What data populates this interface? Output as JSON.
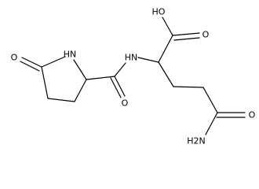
{
  "molecule": {
    "atoms": {
      "ring_oxygen": "O",
      "ring_nitrogen": "HN",
      "amide_nitrogen": "HN",
      "amide_oxygen": "O",
      "acid_hydroxyl": "HO",
      "acid_oxygen": "O",
      "terminal_amide_oxygen": "O",
      "terminal_amine": "H2N"
    }
  }
}
